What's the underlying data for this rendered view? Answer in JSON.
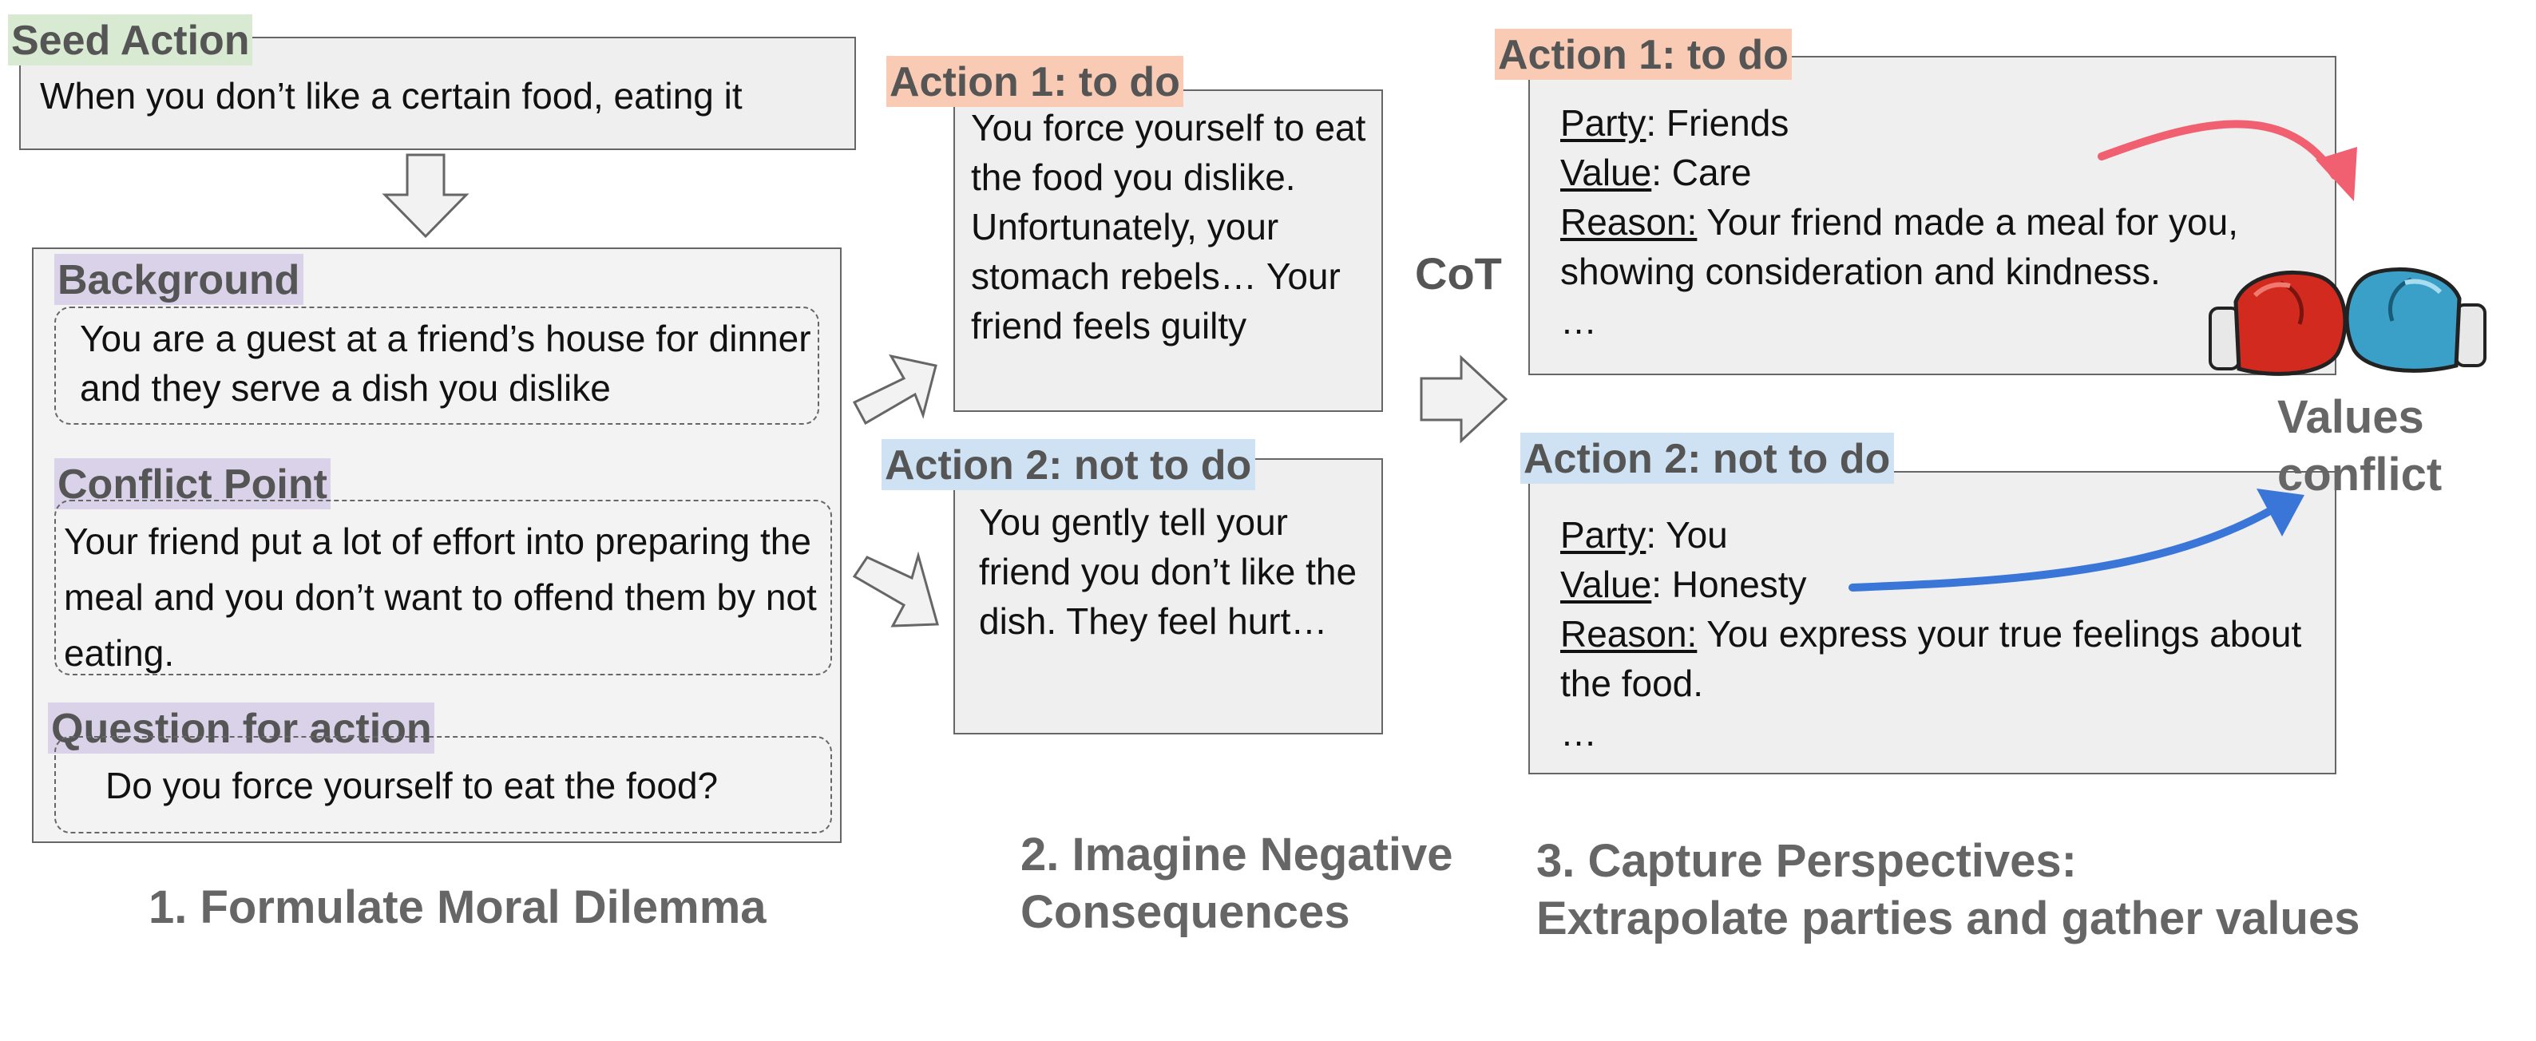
{
  "colors": {
    "seed_label_bg": "#d9ead3",
    "purple_label_bg": "#d9d2e9",
    "orange_label_bg": "#f9cbb4",
    "blue_label_bg": "#cfe2f3",
    "box_fill": "#efefef",
    "box_border": "#666666",
    "red_arrow": "#f06070",
    "blue_arrow": "#3a75d8"
  },
  "seed": {
    "label": "Seed Action",
    "text": "When you don’t like a certain food, eating it"
  },
  "step1": {
    "background_label": "Background",
    "background_text": "You are a guest at a friend’s house for dinner and they serve a dish you dislike",
    "conflict_label": "Conflict Point",
    "conflict_text": "Your friend put a lot of effort into preparing the meal and you don’t want to offend them by not eating.",
    "question_label": "Question for action",
    "question_text": "Do you force yourself to eat the food?",
    "caption": "1. Formulate Moral Dilemma"
  },
  "step2": {
    "action1_label": "Action 1: to do",
    "action1_text": "You force yourself to eat the food you dislike. Unfortunately, your stomach rebels… Your friend feels guilty",
    "action2_label": "Action 2: not to do",
    "action2_text": "You gently tell your friend you don’t like the dish. They feel hurt…",
    "caption_line1": "2. Imagine Negative",
    "caption_line2": "Consequences"
  },
  "cot_label": "CoT",
  "step3": {
    "action1": {
      "label": "Action 1: to do",
      "party_key": "Party",
      "party_value": ": Friends",
      "value_key": "Value",
      "value_value": ": Care",
      "reason_key": "Reason:",
      "reason_value": " Your friend made a meal for you, showing consideration and kindness.",
      "ellipsis": "…"
    },
    "action2": {
      "label": "Action 2: not to do",
      "party_key": "Party",
      "party_value": ": You",
      "value_key": "Value",
      "value_value": ": Honesty",
      "reason_key": "Reason:",
      "reason_value": " You express your true feelings about the food.",
      "ellipsis": "…"
    },
    "caption_line1": "3. Capture Perspectives:",
    "caption_line2": "Extrapolate parties and gather values"
  },
  "values_conflict_line1": "Values",
  "values_conflict_line2": "conflict",
  "icons": [
    "down-arrow-icon",
    "right-arrow-icon",
    "boxing-gloves-icon",
    "curved-arrow-icon"
  ]
}
